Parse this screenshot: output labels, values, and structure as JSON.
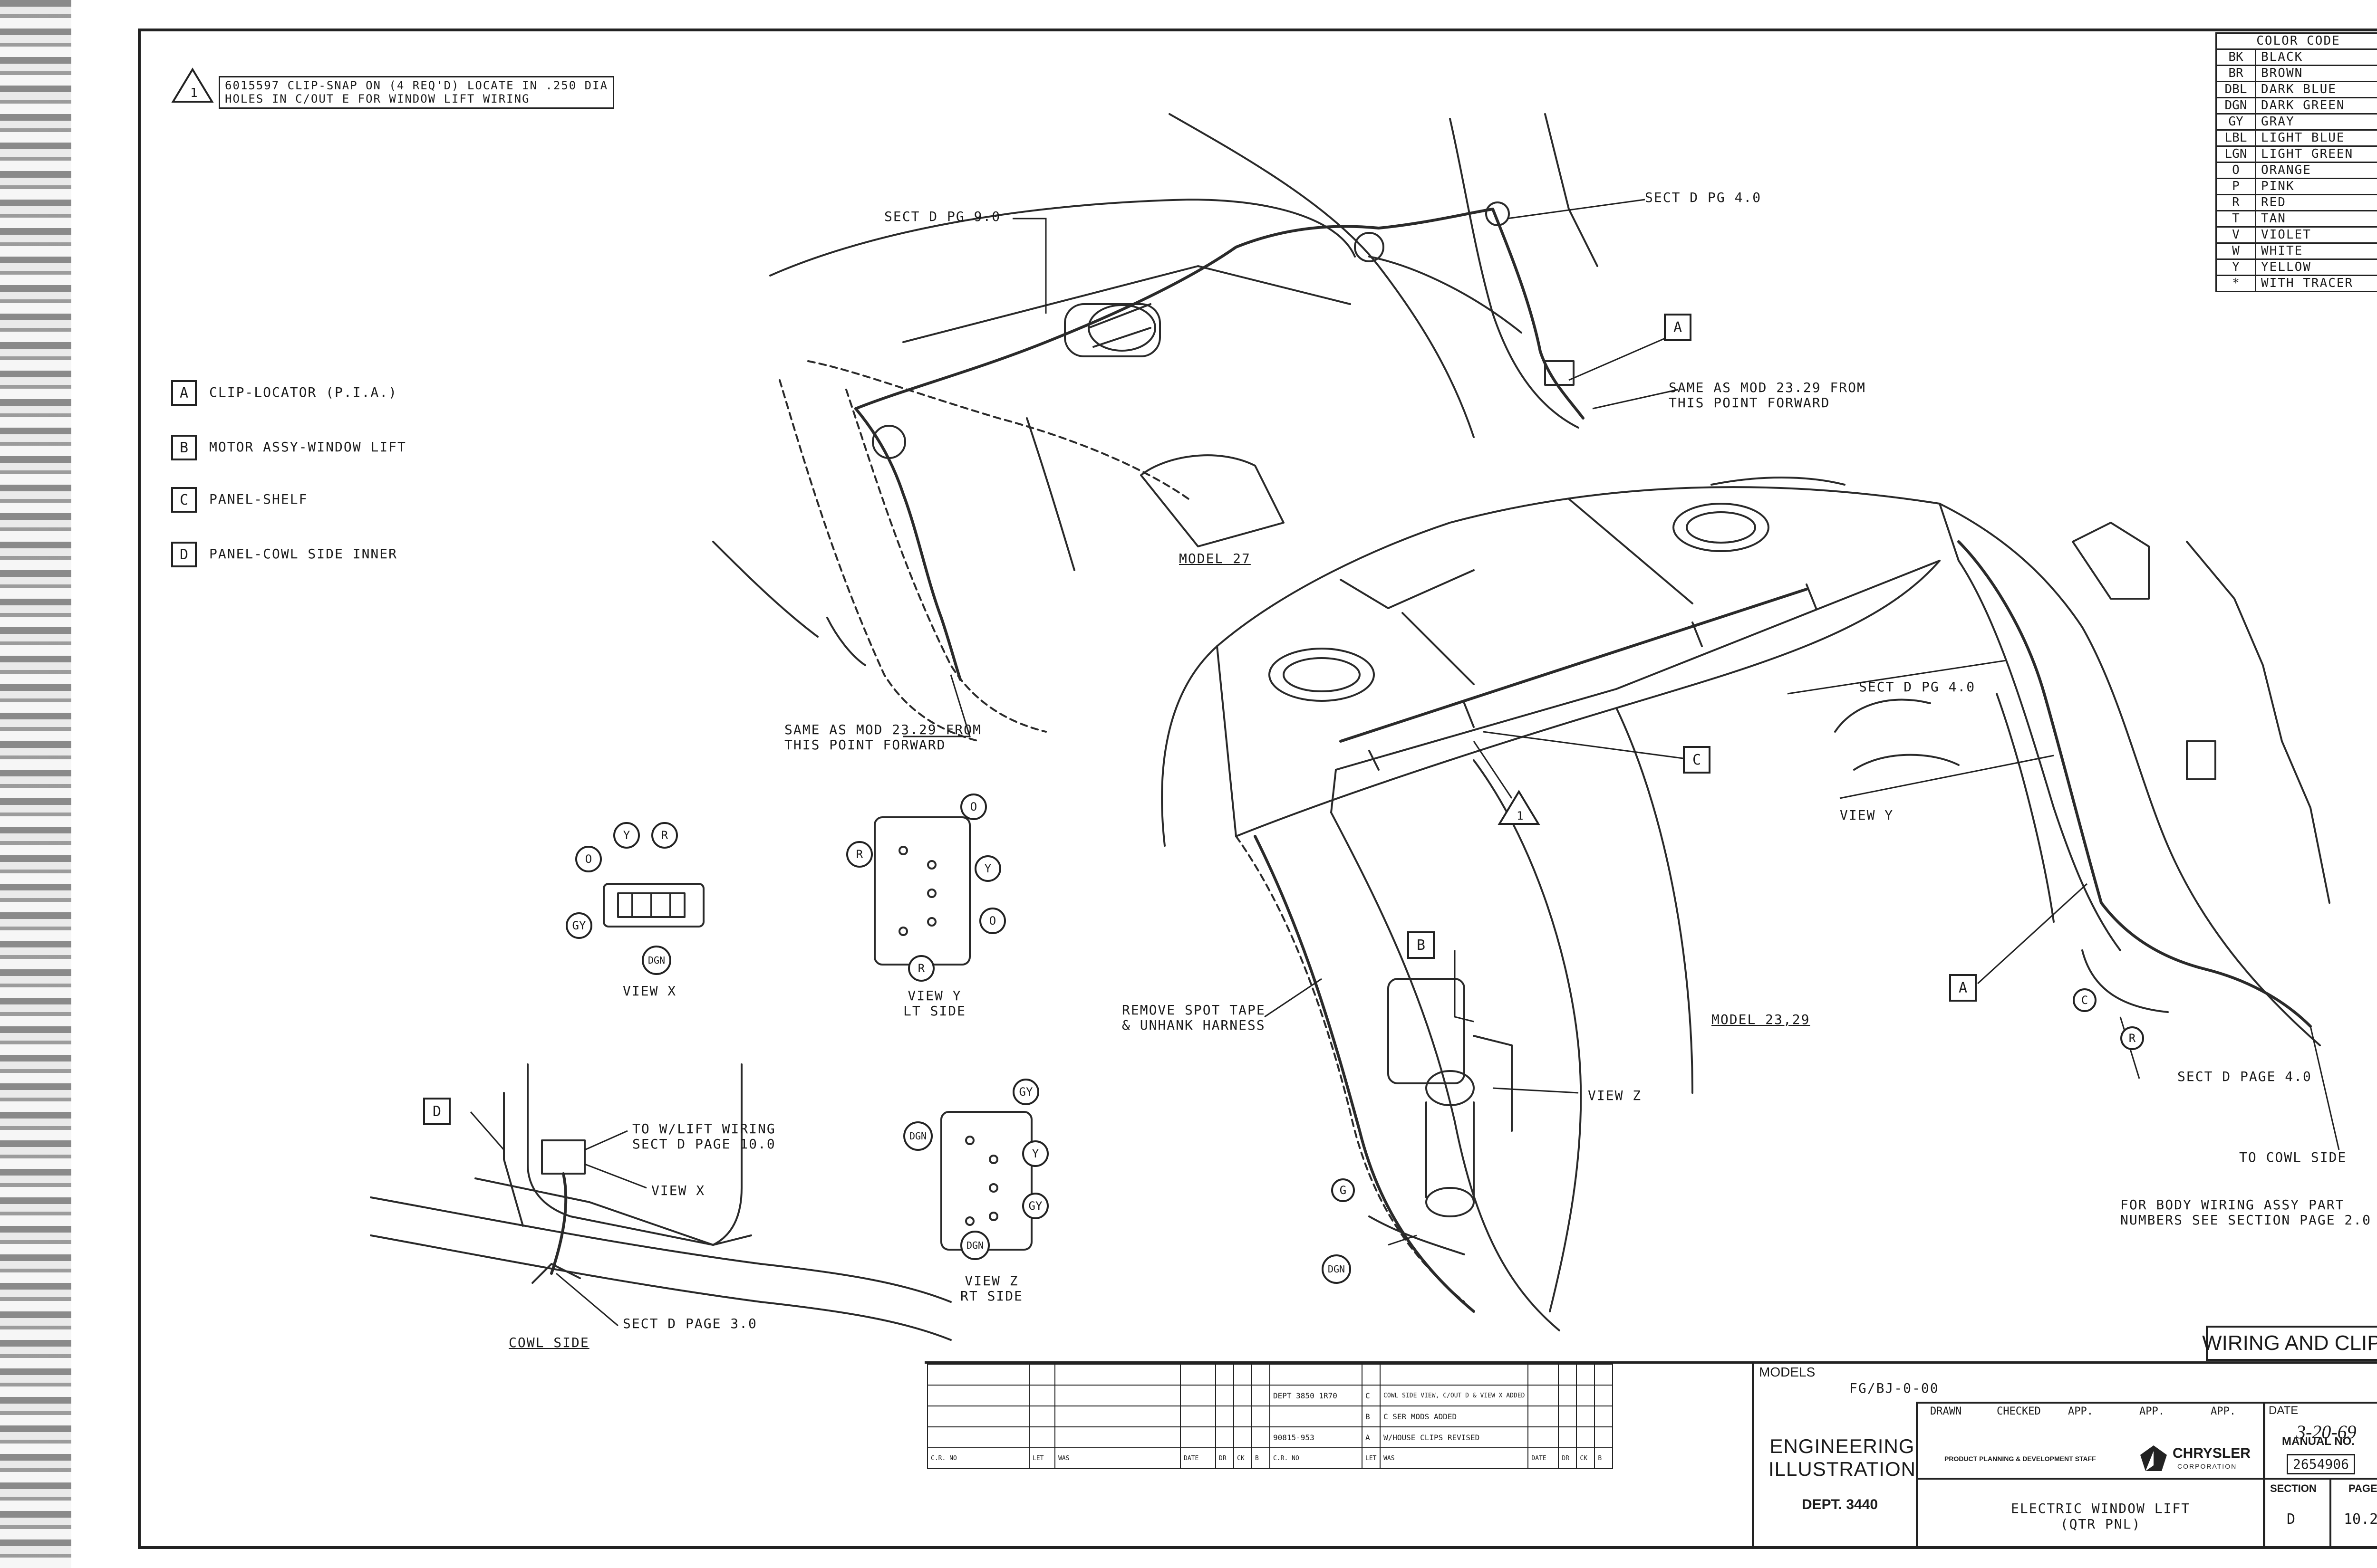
{
  "warning_note": {
    "symbol": "1",
    "line1": "6015597 CLIP-SNAP ON (4 REQ'D) LOCATE IN .250 DIA",
    "line2": "HOLES IN C/OUT E FOR WINDOW LIFT WIRING"
  },
  "color_code": {
    "title": "COLOR CODE",
    "rows": [
      {
        "code": "BK",
        "name": "BLACK"
      },
      {
        "code": "BR",
        "name": "BROWN"
      },
      {
        "code": "DBL",
        "name": "DARK BLUE"
      },
      {
        "code": "DGN",
        "name": "DARK GREEN"
      },
      {
        "code": "GY",
        "name": "GRAY"
      },
      {
        "code": "LBL",
        "name": "LIGHT BLUE"
      },
      {
        "code": "LGN",
        "name": "LIGHT GREEN"
      },
      {
        "code": "O",
        "name": "ORANGE"
      },
      {
        "code": "P",
        "name": "PINK"
      },
      {
        "code": "R",
        "name": "RED"
      },
      {
        "code": "T",
        "name": "TAN"
      },
      {
        "code": "V",
        "name": "VIOLET"
      },
      {
        "code": "W",
        "name": "WHITE"
      },
      {
        "code": "Y",
        "name": "YELLOW"
      },
      {
        "code": "*",
        "name": "WITH TRACER"
      }
    ]
  },
  "legend": [
    {
      "key": "A",
      "text": "CLIP-LOCATOR (P.I.A.)"
    },
    {
      "key": "B",
      "text": "MOTOR ASSY-WINDOW LIFT"
    },
    {
      "key": "C",
      "text": "PANEL-SHELF"
    },
    {
      "key": "D",
      "text": "PANEL-COWL SIDE INNER"
    }
  ],
  "callouts": {
    "sect_d_pg_9": "SECT D PG 9.0",
    "sect_d_pg_4_top": "SECT D PG 4.0",
    "same_as_mod_right_1": "SAME AS MOD 23.29 FROM",
    "same_as_mod_right_2": "THIS POINT FORWARD",
    "model_27": "MODEL 27",
    "same_as_mod_left_1": "SAME AS MOD 23.29 FROM",
    "same_as_mod_left_2": "THIS POINT FORWARD",
    "sect_d_pg_4_right": "SECT D PG 4.0",
    "c_tag": "C",
    "warning_tag": "1",
    "view_y_label": "VIEW Y",
    "a_tag_top": "A",
    "a_tag_right": "A",
    "b_tag": "B",
    "d_tag": "D",
    "remove_tape_1": "REMOVE SPOT TAPE",
    "remove_tape_2": "& UNHANK HARNESS",
    "model_23_29": "MODEL 23,29",
    "view_z_label": "VIEW Z",
    "sect_d_page_4": "SECT D PAGE 4.0",
    "to_cowl_side": "TO COWL SIDE",
    "body_wiring_1": "FOR BODY WIRING ASSY PART",
    "body_wiring_2": "NUMBERS SEE SECTION   PAGE 2.0",
    "to_wlift_1": "TO W/LIFT WIRING",
    "to_wlift_2": "SECT D PAGE 10.0",
    "view_x_arrow": "VIEW X",
    "sect_d_page_3": "SECT D PAGE 3.0",
    "cowl_side": "COWL SIDE",
    "wire_c": "C",
    "wire_r": "R",
    "wire_g": "G",
    "wire_dgn": "DGN"
  },
  "view_x": {
    "title": "VIEW X",
    "wires": [
      "O",
      "Y",
      "R",
      "GY",
      "DGN"
    ]
  },
  "view_y": {
    "title1": "VIEW Y",
    "title2": "LT SIDE",
    "wires": [
      "O",
      "R",
      "Y",
      "O",
      "R"
    ]
  },
  "view_z": {
    "title1": "VIEW Z",
    "title2": "RT SIDE",
    "wires": [
      "GY",
      "DGN",
      "Y",
      "GY",
      "DGN"
    ]
  },
  "title_block": {
    "sheet_title": "WIRING AND CLIPS",
    "models_label": "MODELS",
    "models_value": "FG/BJ-0-00",
    "drawn_label": "DRAWN",
    "checked_label": "CHECKED",
    "app_label_1": "APP.",
    "app_label_2": "APP.",
    "app_label_3": "APP.",
    "date_label": "DATE",
    "date_value": "3-20-69",
    "engineering": "ENGINEERING",
    "illustration": "ILLUSTRATION",
    "dept": "DEPT. 3440",
    "staff": "PRODUCT PLANNING & DEVELOPMENT STAFF",
    "brand": "CHRYSLER",
    "brand_sub": "CORPORATION",
    "manual_label": "MANUAL NO.",
    "manual_value": "2654906",
    "drawing_title_1": "ELECTRIC WINDOW LIFT",
    "drawing_title_2": "(QTR PNL)",
    "section_label": "SECTION",
    "section_value": "D",
    "page_label": "PAGE",
    "page_value": "10.2"
  },
  "revisions": {
    "headers": [
      "C.R. NO",
      "LET",
      "WAS",
      "DATE",
      "DR",
      "CK",
      "B",
      "C.R. NO",
      "LET",
      "WAS",
      "DATE",
      "DR",
      "CK",
      "B"
    ],
    "rows": [
      {
        "cr": "DEPT 3850 1R70",
        "let": "C",
        "was": "COWL SIDE VIEW, C/OUT D & VIEW X ADDED"
      },
      {
        "cr": "",
        "let": "B",
        "was": "C SER MODS ADDED"
      },
      {
        "cr": "90815-953",
        "let": "A",
        "was": "W/HOUSE CLIPS REVISED"
      }
    ]
  }
}
